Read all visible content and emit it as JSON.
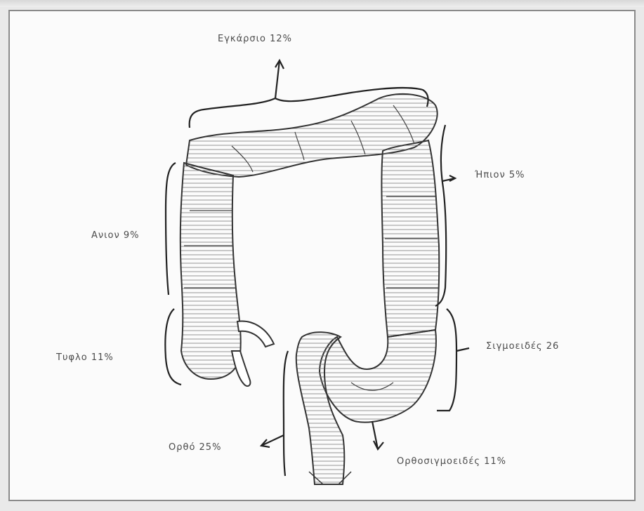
{
  "labels": {
    "transverse": "Εγκάρσιο 12%",
    "descending": "Ήπιον 5%",
    "ascending": "Ανιον 9%",
    "sigmoid": "Σιγμοειδές 26",
    "cecum": "Τυφλο 11%",
    "rectum": "Ορθό 25%",
    "rectosigmoid": "Ορθοσιγμοειδές 11%"
  }
}
